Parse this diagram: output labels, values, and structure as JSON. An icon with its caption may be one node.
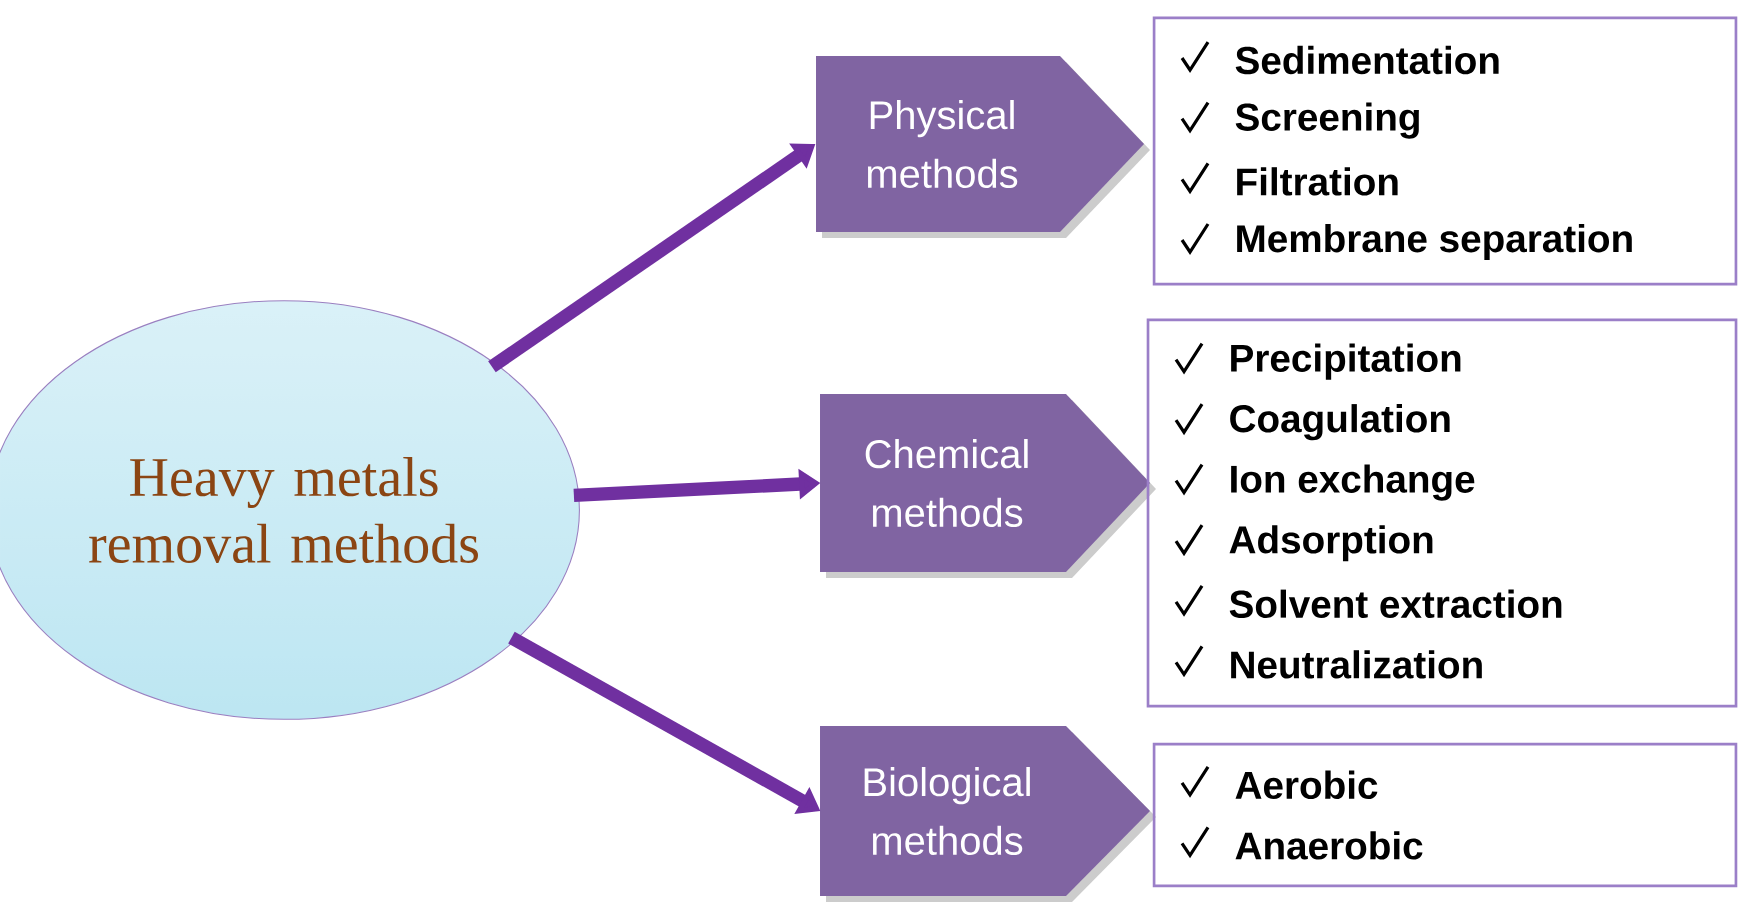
{
  "diagram": {
    "nodes": [
      {
        "text": [
          "Heavy metals removal methods"
        ]
      },
      {
        "text": [
          "Physical methods"
        ]
      },
      {
        "text": [
          "Sedimentation",
          "Screening",
          "Filtration",
          "Membrane separation"
        ]
      },
      {
        "text": [
          "Chemical methods"
        ]
      },
      {
        "text": [
          "Precipitation",
          "Coagulation",
          "Ion exchange",
          "Adsorption",
          "Solvent extraction",
          "Neutralization"
        ]
      },
      {
        "text": [
          "Biological methods"
        ]
      },
      {
        "text": [
          "Aerobic",
          "Anaerobic"
        ]
      }
    ],
    "edges": [
      {
        "from": 0,
        "to": 1,
        "arrow": "to"
      },
      {
        "from": 0,
        "to": 3,
        "arrow": "to"
      },
      {
        "from": 0,
        "to": 5,
        "arrow": "to"
      }
    ]
  }
}
